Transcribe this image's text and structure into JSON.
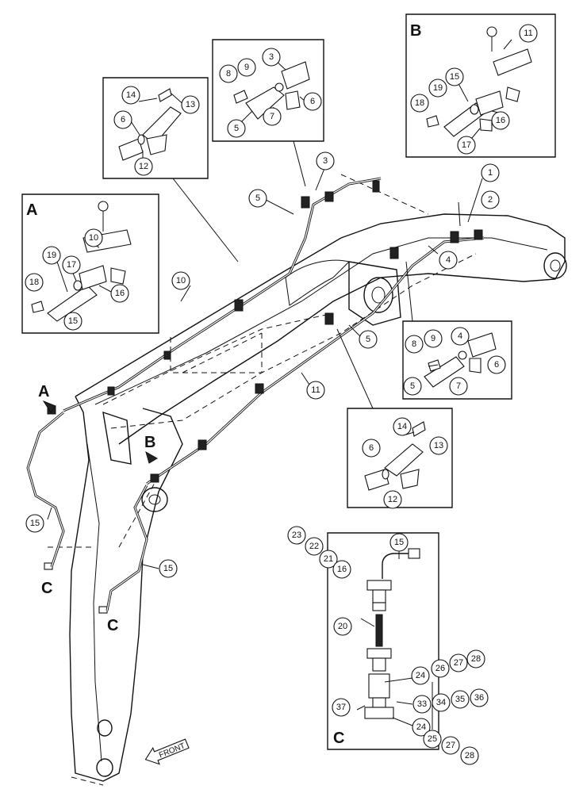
{
  "detail_labels": {
    "a": "A",
    "b": "B",
    "c": "C"
  },
  "view_markers": {
    "a": "A",
    "b": "B",
    "c_left": "C",
    "c_right": "C"
  },
  "front_label": "FRONT",
  "bubbles": {
    "p1": "1",
    "p2": "2",
    "p3": "3",
    "p4": "4",
    "p5a": "5",
    "p5b": "5",
    "p10": "10",
    "p11": "11",
    "p15a": "15",
    "p15b": "15",
    "ul3": "3",
    "ul6": "6",
    "ul7": "7",
    "ul8": "8",
    "ul9": "9",
    "ul5": "5",
    "ui14": "14",
    "ui13": "13",
    "ui6": "6",
    "ui12": "12",
    "a10": "10",
    "a19": "19",
    "a17": "17",
    "a16": "16",
    "a18": "18",
    "a15": "15",
    "b11": "11",
    "b19": "19",
    "b15": "15",
    "b18": "18",
    "b16": "16",
    "b17": "17",
    "r4": "4",
    "r8": "8",
    "r9": "9",
    "r6": "6",
    "r5": "5",
    "r7": "7",
    "l14": "14",
    "l13": "13",
    "l6": "6",
    "l12": "12",
    "c23": "23",
    "c22": "22",
    "c21": "21",
    "c16": "16",
    "c15": "15",
    "c20": "20",
    "c26": "26",
    "c27": "27",
    "c28": "28",
    "c24a": "24",
    "c37": "37",
    "c33": "33",
    "c34": "34",
    "c35": "35",
    "c36": "36",
    "c24b": "24",
    "c25": "25",
    "c27b": "27",
    "c28b": "28"
  }
}
